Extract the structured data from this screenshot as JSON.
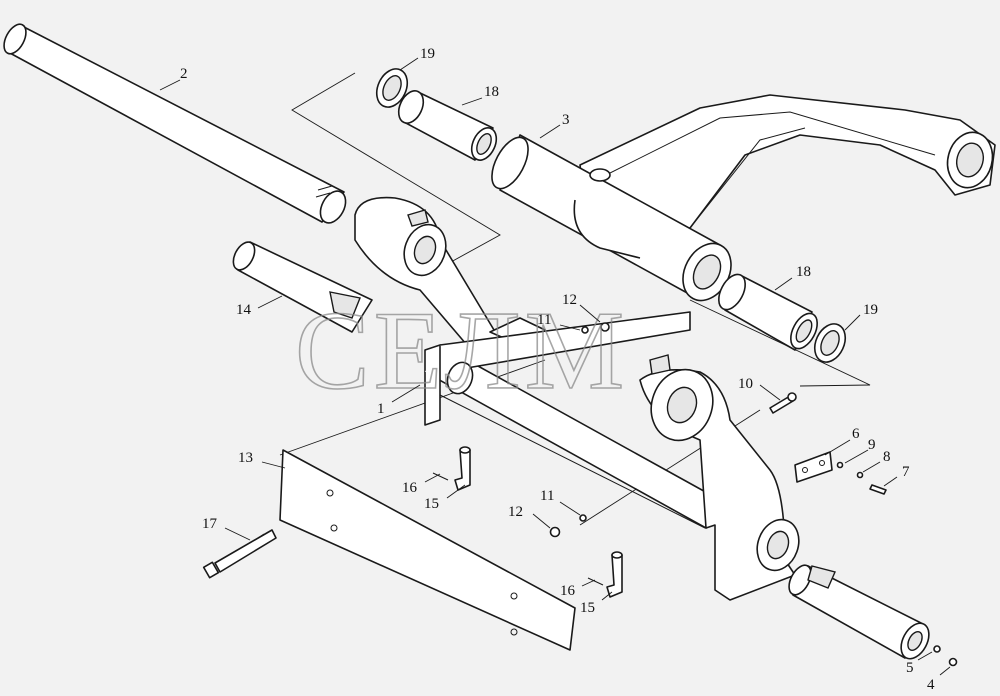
{
  "watermark": "СЕЛМ",
  "callouts": [
    {
      "id": "c19a",
      "label": "19"
    },
    {
      "id": "c18a",
      "label": "18"
    },
    {
      "id": "c3",
      "label": "3"
    },
    {
      "id": "c2",
      "label": "2"
    },
    {
      "id": "c14",
      "label": "14"
    },
    {
      "id": "c12a",
      "label": "12"
    },
    {
      "id": "c11a",
      "label": "11"
    },
    {
      "id": "c1",
      "label": "1"
    },
    {
      "id": "c18b",
      "label": "18"
    },
    {
      "id": "c19b",
      "label": "19"
    },
    {
      "id": "c10",
      "label": "10"
    },
    {
      "id": "c6",
      "label": "6"
    },
    {
      "id": "c9",
      "label": "9"
    },
    {
      "id": "c8",
      "label": "8"
    },
    {
      "id": "c7",
      "label": "7"
    },
    {
      "id": "c13",
      "label": "13"
    },
    {
      "id": "c16a",
      "label": "16"
    },
    {
      "id": "c15a",
      "label": "15"
    },
    {
      "id": "c11b",
      "label": "11"
    },
    {
      "id": "c12b",
      "label": "12"
    },
    {
      "id": "c17",
      "label": "17"
    },
    {
      "id": "c16b",
      "label": "16"
    },
    {
      "id": "c15b",
      "label": "15"
    },
    {
      "id": "c5",
      "label": "5"
    },
    {
      "id": "c4",
      "label": "4"
    }
  ]
}
